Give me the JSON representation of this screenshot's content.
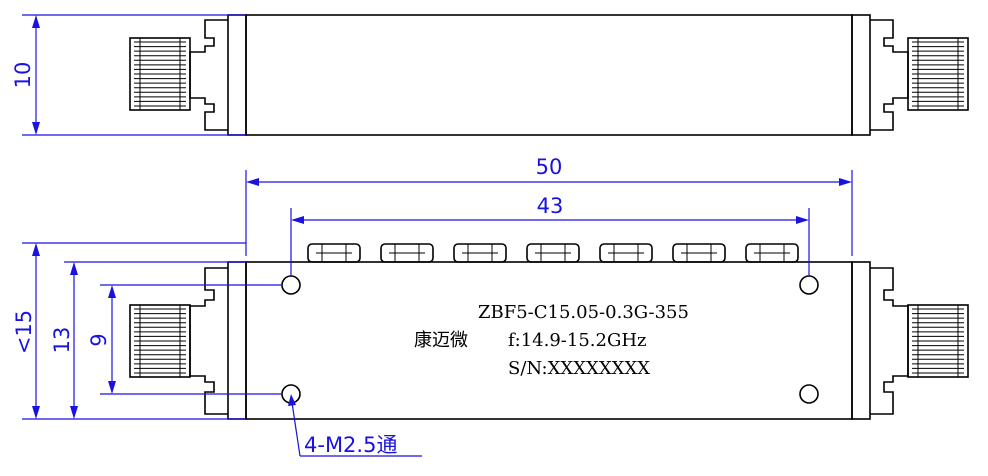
{
  "colors": {
    "outline": "#000000",
    "dimension": "#1a12e0",
    "background": "#ffffff"
  },
  "dimensions": {
    "top_height": "10",
    "overall_length": "50",
    "hole_spacing_length": "43",
    "overall_height": "<15",
    "body_height": "13",
    "hole_spacing_height": "9"
  },
  "labels": {
    "model": "ZBF5-C15.05-0.3G-355",
    "brand": "康迈微",
    "frequency": "f:14.9-15.2GHz",
    "serial": "S/N:XXXXXXXX"
  },
  "hole_note": "4-M2.5通",
  "tuning_screw_count": 7
}
